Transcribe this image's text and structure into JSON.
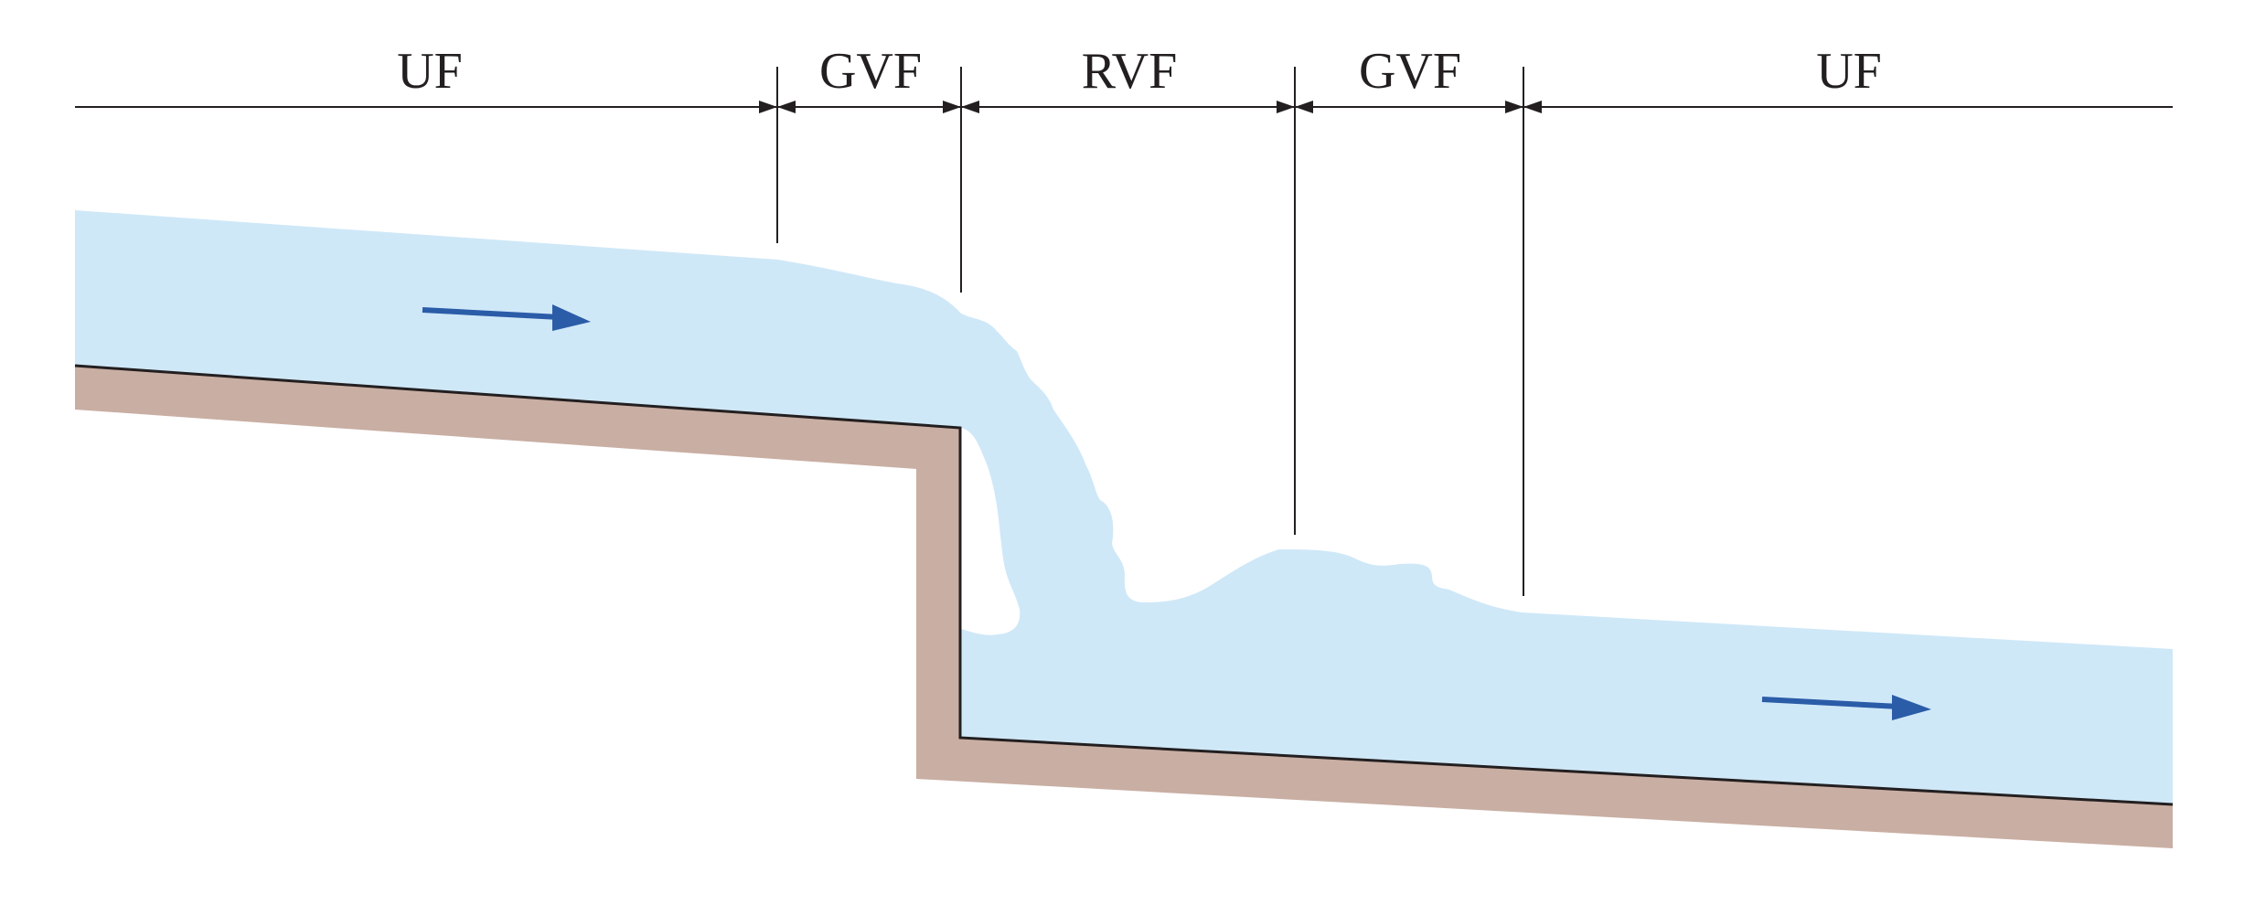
{
  "labels": {
    "zone_1": "UF",
    "zone_2": "GVF",
    "zone_3": "RVF",
    "zone_4": "GVF",
    "zone_5": "UF"
  },
  "colors": {
    "water": "#cfe8f8",
    "channel_bed": "#c9aea3",
    "outline": "#231f20",
    "flow_arrow": "#2b5ca8",
    "background": "#ffffff"
  },
  "icons": {
    "flow_arrow_upstream": "arrow-right-icon",
    "flow_arrow_downstream": "arrow-right-icon"
  }
}
